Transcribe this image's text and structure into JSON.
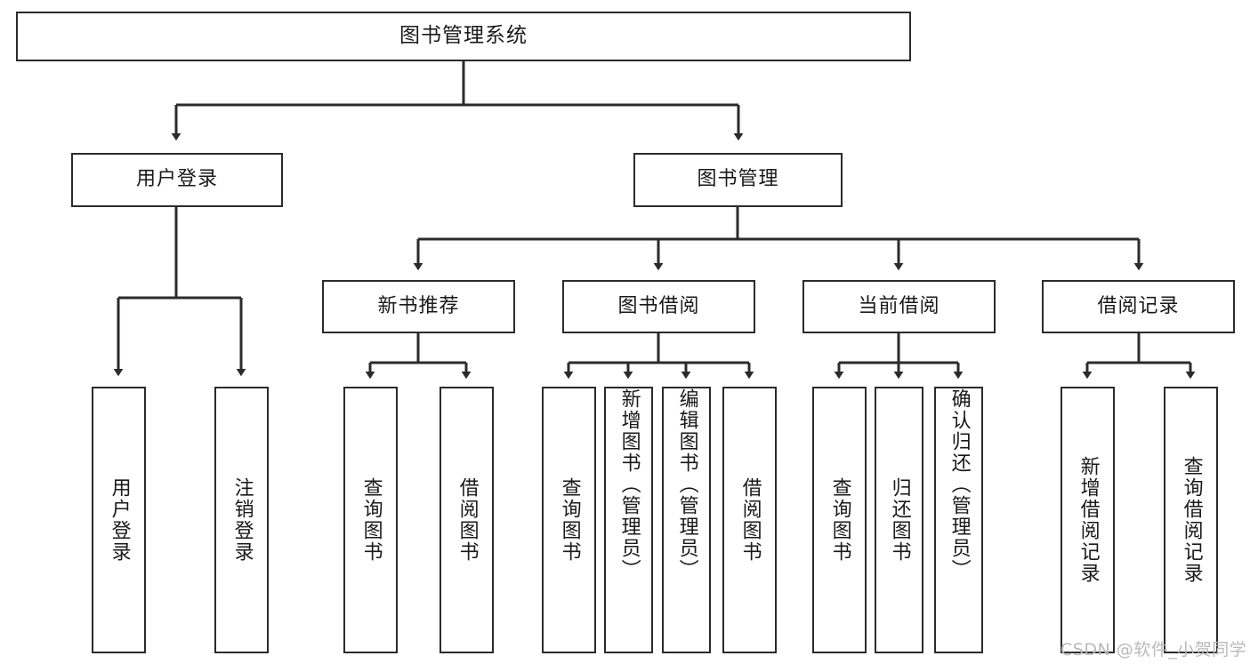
{
  "diagram": {
    "type": "tree-hierarchy",
    "title": "图书管理系统",
    "watermark": "CSDN @软件_小贺同学",
    "colors": {
      "stroke": "#2b2b2b",
      "fill": "#ffffff",
      "text": "#1a1a1a",
      "watermark": "#b9b9b9"
    },
    "nodes": {
      "root": {
        "label": "图书管理系统"
      },
      "level2": [
        {
          "label": "用户登录"
        },
        {
          "label": "图书管理"
        }
      ],
      "level3": [
        {
          "label": "新书推荐"
        },
        {
          "label": "图书借阅"
        },
        {
          "label": "当前借阅"
        },
        {
          "label": "借阅记录"
        }
      ],
      "leaves": {
        "user_login": [
          {
            "label": "用户登录"
          },
          {
            "label": "注销登录"
          }
        ],
        "new_book_recommend": [
          {
            "label": "查询图书"
          },
          {
            "label": "借阅图书"
          }
        ],
        "book_borrow": [
          {
            "label": "查询图书"
          },
          {
            "label": "新增图书（管理员）"
          },
          {
            "label": "编辑图书（管理员）"
          },
          {
            "label": "借阅图书"
          }
        ],
        "current_borrow": [
          {
            "label": "查询图书"
          },
          {
            "label": "归还图书"
          },
          {
            "label": "确认归还（管理员）"
          }
        ],
        "borrow_records": [
          {
            "label": "新增借阅记录"
          },
          {
            "label": "查询借阅记录"
          }
        ]
      }
    }
  }
}
